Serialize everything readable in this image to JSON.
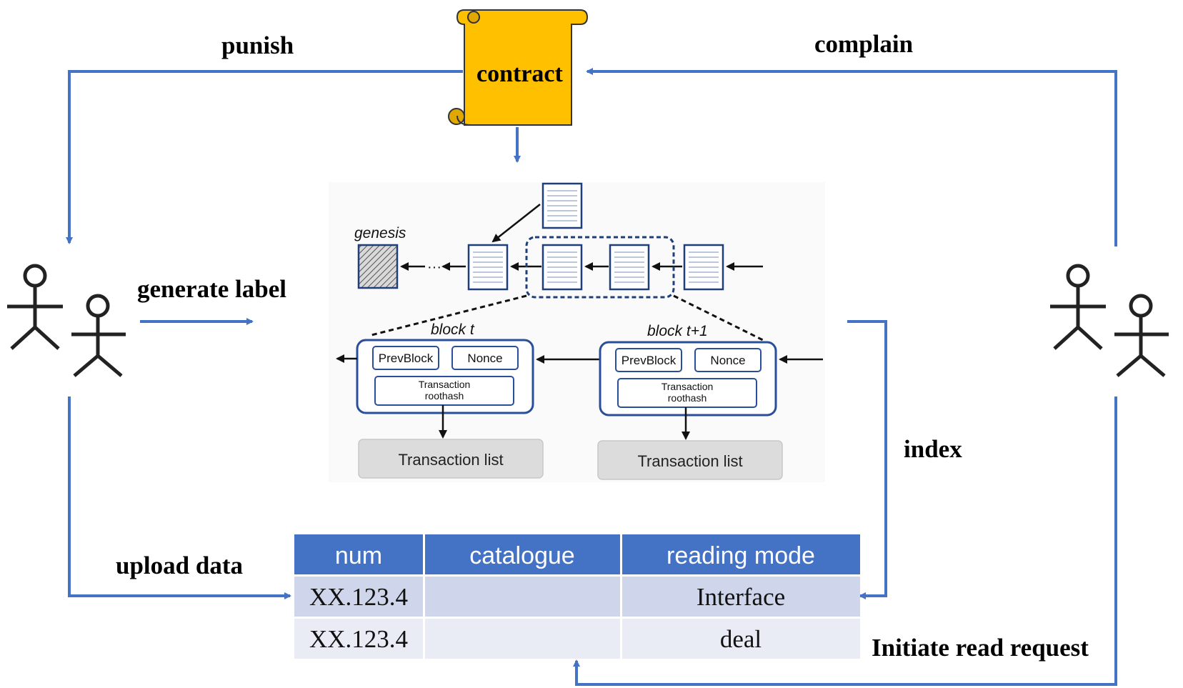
{
  "labels": {
    "punish": "punish",
    "complain": "complain",
    "contract": "contract",
    "generate_label": "generate label",
    "index": "index",
    "upload_data": "upload data",
    "initiate_read_request": "Initiate read request"
  },
  "blockchain": {
    "genesis": "genesis",
    "block_t": "block t",
    "block_t1": "block t+1",
    "prevblock": "PrevBlock",
    "nonce": "Nonce",
    "tx_roothash_line1": "Transaction",
    "tx_roothash_line2": "roothash",
    "transaction_list": "Transaction list"
  },
  "table": {
    "headers": [
      "num",
      "catalogue",
      "reading mode"
    ],
    "rows": [
      [
        "XX.123.4",
        "",
        "Interface"
      ],
      [
        "XX.123.4",
        "",
        "deal"
      ]
    ]
  },
  "colors": {
    "arrow_blue": "#4472c4",
    "contract_yellow": "#ffc000",
    "table_header": "#4472c4",
    "table_row1": "#cfd5ea",
    "table_row2": "#e9ebf5"
  }
}
